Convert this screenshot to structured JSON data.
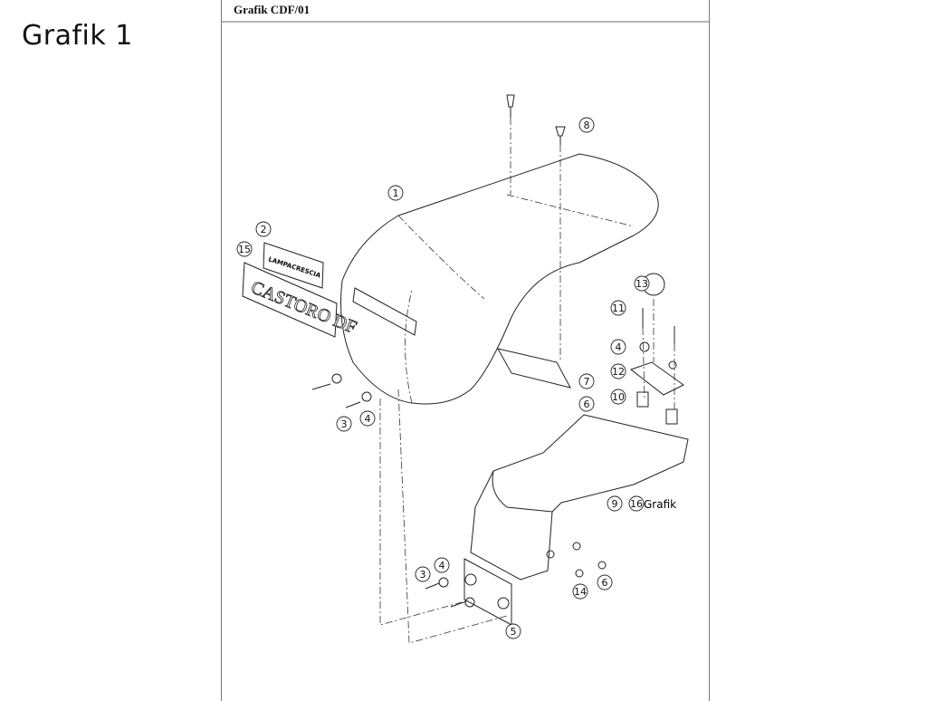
{
  "side_title": "Grafik 1",
  "sheet_title": "Grafik CDF/01",
  "labels": {
    "lampeggiatore_plate": "LAMPACRESCIA",
    "model_plate": "CASTORO DF"
  },
  "callouts": [
    "8",
    "1",
    "2",
    "15",
    "13",
    "11",
    "4",
    "12",
    "10",
    "7",
    "6",
    "3",
    "4",
    "9",
    "16",
    "4",
    "3",
    "14",
    "6",
    "5"
  ],
  "callout_suffix": "Grafik"
}
